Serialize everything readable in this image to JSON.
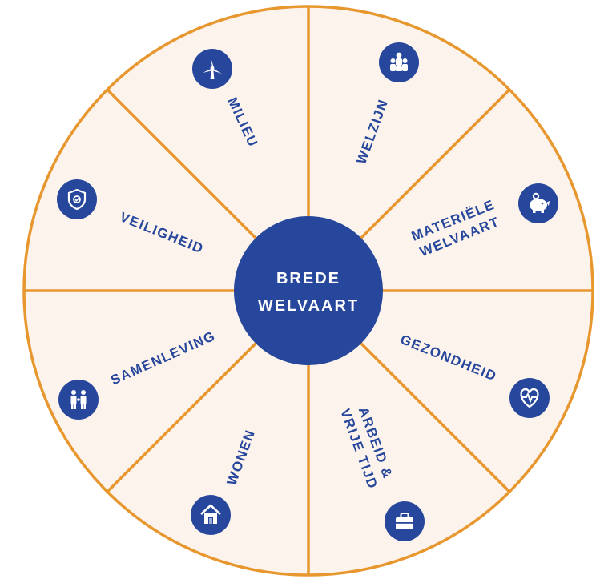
{
  "center": {
    "line1": "BREDE",
    "line2": "WELVAART"
  },
  "segments": [
    {
      "key": "milieu",
      "lines": [
        "MILIEU"
      ],
      "icon": "wind-turbine-icon"
    },
    {
      "key": "welzijn",
      "lines": [
        "WELZIJN"
      ],
      "icon": "people-group-icon"
    },
    {
      "key": "materiele-welvaart",
      "lines": [
        "MATERIËLE",
        "WELVAART"
      ],
      "icon": "piggy-bank-icon"
    },
    {
      "key": "gezondheid",
      "lines": [
        "GEZONDHEID"
      ],
      "icon": "heart-pulse-icon"
    },
    {
      "key": "arbeid-vrije-tijd",
      "lines": [
        "ARBEID &",
        "VRIJE TIJD"
      ],
      "icon": "briefcase-icon"
    },
    {
      "key": "wonen",
      "lines": [
        "WONEN"
      ],
      "icon": "house-icon"
    },
    {
      "key": "samenleving",
      "lines": [
        "SAMENLEVING"
      ],
      "icon": "family-icon"
    },
    {
      "key": "veiligheid",
      "lines": [
        "VEILIGHEID"
      ],
      "icon": "shield-icon"
    }
  ],
  "colors": {
    "outline": "#e8962e",
    "fill": "#fcf4ec",
    "navy": "#27479c"
  }
}
